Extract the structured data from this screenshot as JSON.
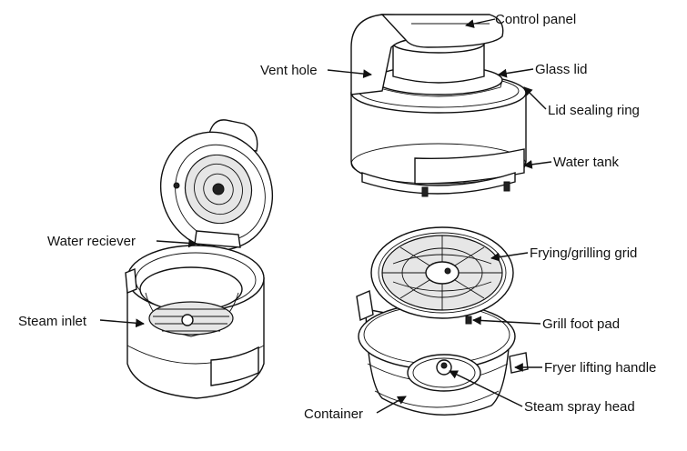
{
  "labels": {
    "control_panel": "Control panel",
    "vent_hole": "Vent hole",
    "glass_lid": "Glass lid",
    "lid_sealing_ring": "Lid sealing ring",
    "water_tank": "Water tank",
    "water_reciever": "Water reciever",
    "steam_inlet": "Steam inlet",
    "frying_grilling_grid": "Frying/grilling grid",
    "grill_foot_pad": "Grill foot pad",
    "fryer_lifting_handle": "Fryer lifting handle",
    "steam_spray_head": "Steam spray head",
    "container": "Container"
  },
  "colors": {
    "line": "#111111",
    "background": "#ffffff",
    "shade": "#e6e6e6"
  }
}
